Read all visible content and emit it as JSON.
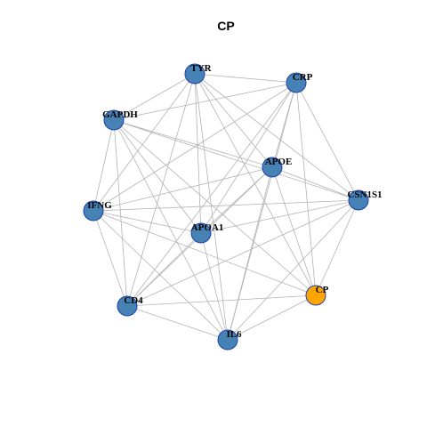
{
  "title": "CP",
  "colors": {
    "node_default": "#4682b4",
    "node_highlight": "#ffa500",
    "node_border": "#1f3fae",
    "edge": "#b3b3b3"
  },
  "nodes": [
    {
      "id": "TYR",
      "label": "TYR",
      "highlight": false
    },
    {
      "id": "CRP",
      "label": "CRP",
      "highlight": false
    },
    {
      "id": "GAPDH",
      "label": "GAPDH",
      "highlight": false
    },
    {
      "id": "APOE",
      "label": "APOE",
      "highlight": false
    },
    {
      "id": "CSN1S1",
      "label": "CSN1S1",
      "highlight": false
    },
    {
      "id": "IFNG",
      "label": "IFNG",
      "highlight": false
    },
    {
      "id": "APOA1",
      "label": "APOA1",
      "highlight": false
    },
    {
      "id": "CP",
      "label": "CP",
      "highlight": true
    },
    {
      "id": "CD4",
      "label": "CD4",
      "highlight": false
    },
    {
      "id": "IL6",
      "label": "IL6",
      "highlight": false
    }
  ],
  "edges": [
    [
      "TYR",
      "CRP"
    ],
    [
      "TYR",
      "GAPDH"
    ],
    [
      "TYR",
      "APOE"
    ],
    [
      "TYR",
      "CSN1S1"
    ],
    [
      "TYR",
      "IFNG"
    ],
    [
      "TYR",
      "APOA1"
    ],
    [
      "TYR",
      "CP"
    ],
    [
      "TYR",
      "CD4"
    ],
    [
      "TYR",
      "IL6"
    ],
    [
      "CRP",
      "GAPDH"
    ],
    [
      "CRP",
      "APOE"
    ],
    [
      "CRP",
      "CSN1S1"
    ],
    [
      "CRP",
      "IFNG"
    ],
    [
      "CRP",
      "APOA1"
    ],
    [
      "CRP",
      "CP"
    ],
    [
      "CRP",
      "CD4"
    ],
    [
      "CRP",
      "IL6"
    ],
    [
      "GAPDH",
      "APOE"
    ],
    [
      "GAPDH",
      "CSN1S1"
    ],
    [
      "GAPDH",
      "IFNG"
    ],
    [
      "GAPDH",
      "APOA1"
    ],
    [
      "GAPDH",
      "CP"
    ],
    [
      "GAPDH",
      "CD4"
    ],
    [
      "GAPDH",
      "IL6"
    ],
    [
      "APOE",
      "CSN1S1"
    ],
    [
      "APOE",
      "IFNG"
    ],
    [
      "APOE",
      "APOA1"
    ],
    [
      "APOE",
      "CP"
    ],
    [
      "APOE",
      "CD4"
    ],
    [
      "APOE",
      "IL6"
    ],
    [
      "CSN1S1",
      "IFNG"
    ],
    [
      "CSN1S1",
      "APOA1"
    ],
    [
      "CSN1S1",
      "CP"
    ],
    [
      "CSN1S1",
      "CD4"
    ],
    [
      "CSN1S1",
      "IL6"
    ],
    [
      "IFNG",
      "APOA1"
    ],
    [
      "IFNG",
      "CP"
    ],
    [
      "IFNG",
      "CD4"
    ],
    [
      "IFNG",
      "IL6"
    ],
    [
      "APOA1",
      "CD4"
    ],
    [
      "APOA1",
      "IL6"
    ],
    [
      "CP",
      "CD4"
    ],
    [
      "CP",
      "IL6"
    ],
    [
      "CD4",
      "IL6"
    ]
  ]
}
